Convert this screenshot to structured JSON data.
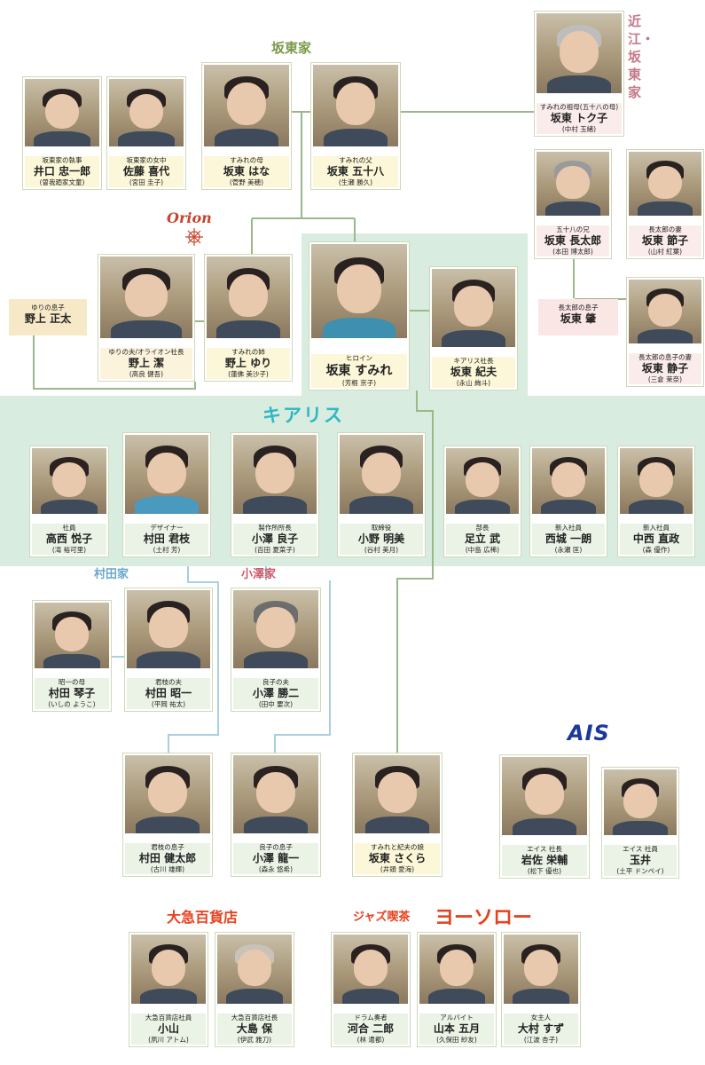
{
  "groups": {
    "bando": "坂東家",
    "omi_bando": "近江・坂東家",
    "orion": "Orion",
    "kiaris": "キアリス",
    "murata": "村田家",
    "ozawa": "小澤家",
    "ais": "AIS",
    "daikyu": "大急百貨店",
    "jazz": "ジャズ喫茶",
    "yosoro": "ヨーソロー"
  },
  "colors": {
    "highlight_zone": "#d8ece0",
    "line": "#9bb88a",
    "line_blue": "#a9cfe0",
    "group_green": "#7a9a4a",
    "group_pink": "#c47a8a",
    "kiaris": "#2fb7c4",
    "murata": "#6aa8c8",
    "ozawa": "#c85a6a",
    "ais": "#1a3a9a",
    "orange_red": "#e8401c"
  },
  "people": {
    "iguchi": {
      "role": "坂東家の執事",
      "name": "井口 忠一郎",
      "actor": "(曽我廼家文童)"
    },
    "sato": {
      "role": "坂東家の女中",
      "name": "佐藤 喜代",
      "actor": "(宮田 圭子)"
    },
    "hana": {
      "role": "すみれの母",
      "name": "坂東 はな",
      "actor": "(菅野 美穂)"
    },
    "isoya": {
      "role": "すみれの父",
      "name": "坂東 五十八",
      "actor": "(生瀬 勝久)"
    },
    "tokuko": {
      "role": "すみれの祖母(五十八の母)",
      "name": "坂東 トク子",
      "actor": "(中村 玉緒)"
    },
    "chotaro": {
      "role": "五十八の兄",
      "name": "坂東 長太郎",
      "actor": "(本田 博太郎)"
    },
    "setsuko": {
      "role": "長太郎の妻",
      "name": "坂東 節子",
      "actor": "(山村 紅葉)"
    },
    "hajime": {
      "role": "長太郎の息子",
      "name": "坂東 肇"
    },
    "shizuko": {
      "role": "長太郎の息子の妻",
      "name": "坂東 静子",
      "actor": "(三倉 茉奈)"
    },
    "masata": {
      "role": "ゆりの息子",
      "name": "野上 正太"
    },
    "kiyoshi": {
      "role": "ゆりの夫/オライオン社長",
      "name": "野上 潔",
      "actor": "(高良 健吾)"
    },
    "yuri": {
      "role": "すみれの姉",
      "name": "野上 ゆり",
      "actor": "(蓮佛 美沙子)"
    },
    "sumire": {
      "role": "ヒロイン",
      "name": "坂東 すみれ",
      "actor": "(芳根 京子)"
    },
    "norio": {
      "role": "キアリス社長",
      "name": "坂東 紀夫",
      "actor": "(永山 絢斗)"
    },
    "etsuko": {
      "role": "社員",
      "name": "高西 悦子",
      "actor": "(滝 裕可里)"
    },
    "kimie": {
      "role": "デザイナー",
      "name": "村田 君枝",
      "actor": "(土村 芳)"
    },
    "ryoko": {
      "role": "製作所所長",
      "name": "小澤 良子",
      "actor": "(百田 夏菜子)"
    },
    "akemi": {
      "role": "取締役",
      "name": "小野 明美",
      "actor": "(谷村 美月)"
    },
    "takeshi": {
      "role": "部長",
      "name": "足立 武",
      "actor": "(中島 広稀)"
    },
    "ichiro": {
      "role": "新入社員",
      "name": "西城 一朗",
      "actor": "(永瀬 匡)"
    },
    "naomasa": {
      "role": "新入社員",
      "name": "中西 直政",
      "actor": "(森 優作)"
    },
    "kotoko": {
      "role": "昭一の母",
      "name": "村田 琴子",
      "actor": "(いしの ようこ)"
    },
    "shoichi": {
      "role": "君枝の夫",
      "name": "村田 昭一",
      "actor": "(平岡 祐太)"
    },
    "katsuji": {
      "role": "良子の夫",
      "name": "小澤 勝二",
      "actor": "(田中 要次)"
    },
    "kentaro": {
      "role": "君枝の息子",
      "name": "村田 健太郎",
      "actor": "(古川 雄輝)"
    },
    "ryuichi": {
      "role": "良子の息子",
      "name": "小澤 龍一",
      "actor": "(森永 悠希)"
    },
    "sakura": {
      "role": "すみれと紀夫の娘",
      "name": "坂東 さくら",
      "actor": "(井頭 愛海)"
    },
    "eisuke": {
      "role": "エイス 社長",
      "name": "岩佐 栄輔",
      "actor": "(松下 優也)"
    },
    "tamai": {
      "role": "エイス 社員",
      "name": "玉井",
      "actor": "(土平 ドンペイ)"
    },
    "koyama": {
      "role": "大急百貨店社員",
      "name": "小山",
      "actor": "(夙川 アトム)"
    },
    "oshima": {
      "role": "大急百貨店社長",
      "name": "大島 保",
      "actor": "(伊武 雅刀)"
    },
    "jiro": {
      "role": "ドラム奏者",
      "name": "河合 二郎",
      "actor": "(林 遣都)"
    },
    "satsuki": {
      "role": "アルバイト",
      "name": "山本 五月",
      "actor": "(久保田 紗友)"
    },
    "suzu": {
      "role": "女主人",
      "name": "大村 すず",
      "actor": "(江波 杏子)"
    }
  }
}
